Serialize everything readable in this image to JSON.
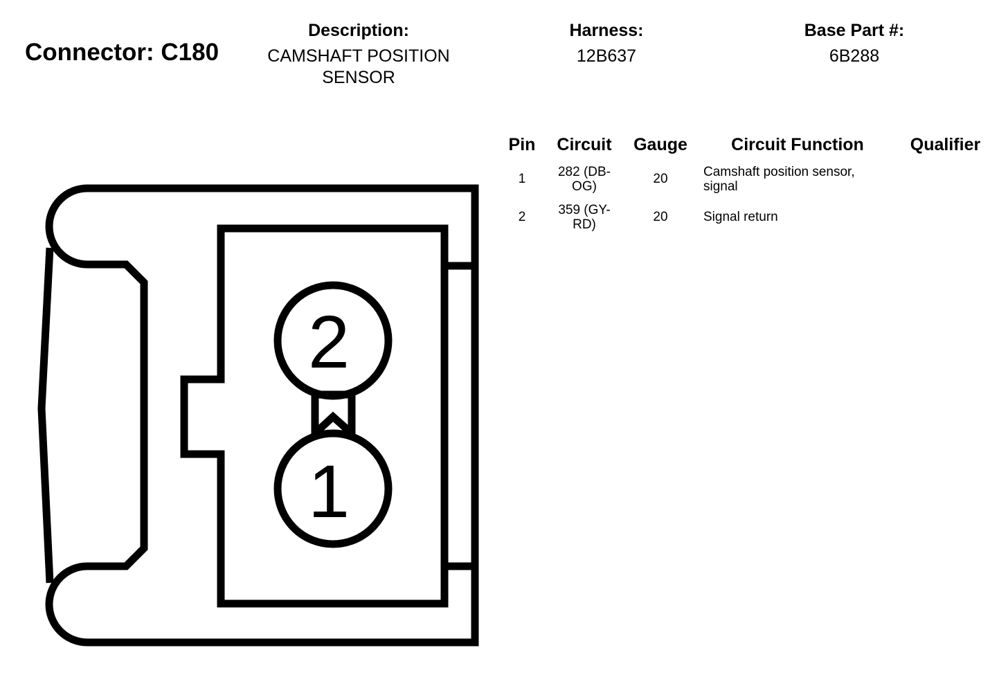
{
  "connector": {
    "title": "Connector: C180"
  },
  "header": {
    "description_label": "Description:",
    "description_line1": "CAMSHAFT POSITION",
    "description_line2": "SENSOR",
    "harness_label": "Harness:",
    "harness_value": "12B637",
    "base_part_label": "Base Part #:",
    "base_part_value": "6B288"
  },
  "table": {
    "headers": {
      "pin": "Pin",
      "circuit": "Circuit",
      "gauge": "Gauge",
      "function": "Circuit Function",
      "qualifier": "Qualifier"
    },
    "rows": [
      {
        "pin": "1",
        "circuit_line1": "282 (DB-",
        "circuit_line2": "OG)",
        "gauge": "20",
        "function_line1": "Camshaft position sensor,",
        "function_line2": "signal",
        "qualifier": ""
      },
      {
        "pin": "2",
        "circuit_line1": "359 (GY-",
        "circuit_line2": "RD)",
        "gauge": "20",
        "function_line1": "Signal return",
        "function_line2": "",
        "qualifier": ""
      }
    ]
  },
  "diagram": {
    "pin_labels": [
      "2",
      "1"
    ]
  }
}
